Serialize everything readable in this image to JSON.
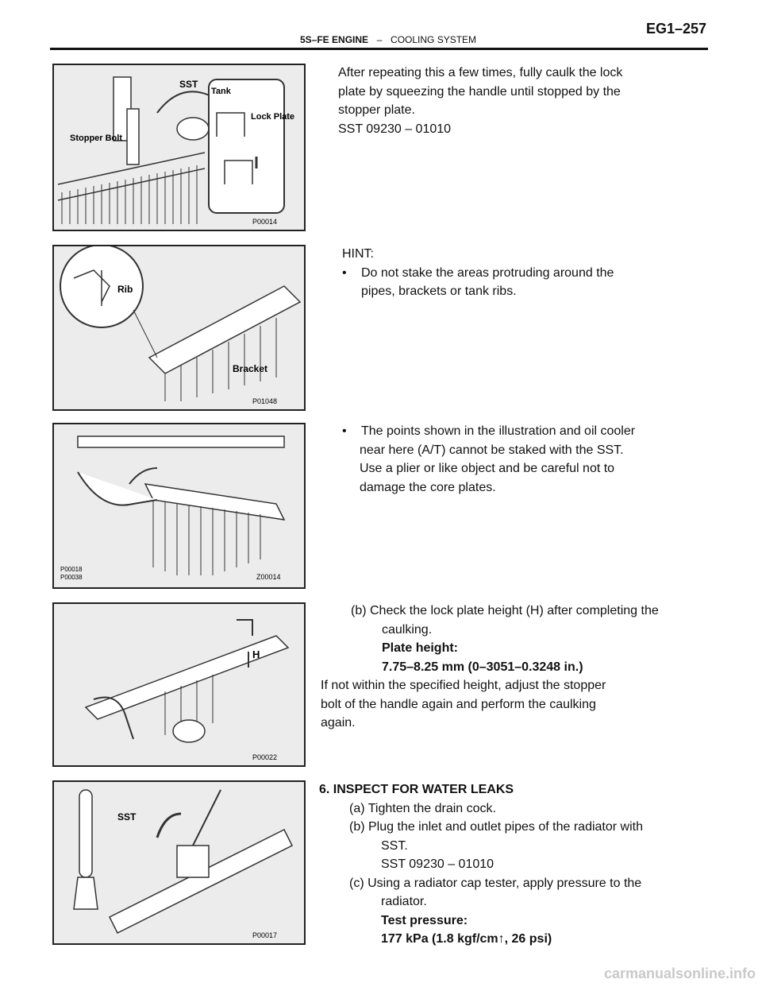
{
  "header": {
    "section": "5S–FE ENGINE",
    "dash": "–",
    "subsection": "COOLING SYSTEM",
    "page": "EG1–257"
  },
  "figures": [
    {
      "code": "P00014",
      "labels": [
        "SST",
        "Tank",
        "Lock Plate",
        "Stopper Bolt"
      ]
    },
    {
      "code": "P01048",
      "labels": [
        "Rib",
        "Bracket"
      ]
    },
    {
      "code": "P00018\nP00038",
      "code2": "Z00014"
    },
    {
      "code": "P00022",
      "labels": [
        "H"
      ]
    },
    {
      "code": "P00017",
      "labels": [
        "SST"
      ]
    }
  ],
  "block1": {
    "lines": [
      "After repeating this a few times, fully caulk the lock",
      "plate by squeezing the handle until stopped by the",
      "stopper plate.",
      "SST 09230 – 01010"
    ]
  },
  "block2": {
    "hint": "HINT:",
    "bullet": "•",
    "lines": [
      "Do not stake the areas protruding around the",
      "pipes, brackets or tank ribs."
    ]
  },
  "block3": {
    "bullet": "•",
    "lines": [
      "The points shown in the illustration and oil cooler",
      "near here (A/T) cannot be staked with the SST.",
      "Use a plier or like object and be careful not to",
      "damage the core plates."
    ]
  },
  "block4": {
    "step": "(b) Check the lock plate height (H) after completing the",
    "step_cont": "caulking.",
    "spec_label": "Plate height:",
    "spec_value": "7.75–8.25 mm (0–3051–0.3248 in.)",
    "note": [
      "If not within the specified height, adjust the stopper",
      "bolt of the handle again and perform the caulking",
      "again."
    ]
  },
  "block5": {
    "title": "6. INSPECT FOR WATER LEAKS",
    "a": "(a) Tighten the drain cock.",
    "b": "(b) Plug the inlet and outlet pipes of the radiator with",
    "b_cont1": "SST.",
    "b_cont2": "SST 09230 – 01010",
    "c": "(c) Using a radiator cap tester, apply pressure to the",
    "c_cont": "radiator.",
    "spec_label": "Test pressure:",
    "spec_value": "177 kPa (1.8 kgf/cm↑, 26 psi)"
  },
  "footer": "carmanualsonline.info"
}
